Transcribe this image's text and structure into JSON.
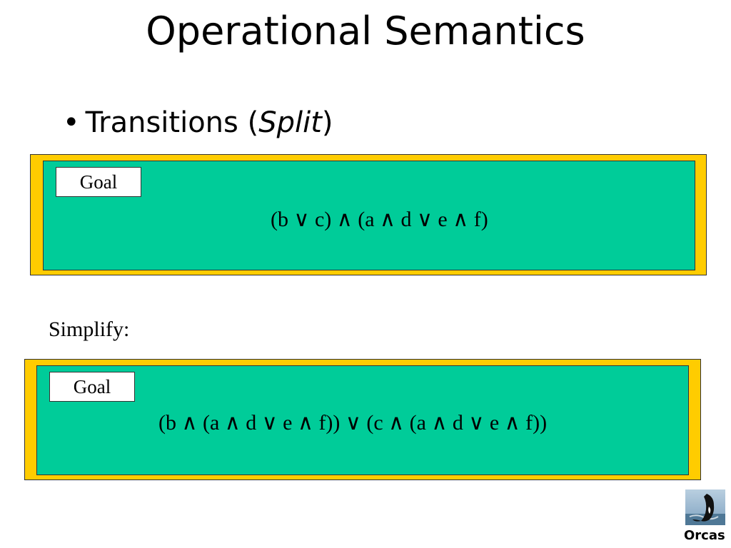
{
  "slide": {
    "title": "Operational Semantics",
    "bullet": {
      "marker": "•",
      "text_before": "Transitions (",
      "emphasis": "Split",
      "text_after": ")"
    },
    "boxes": [
      {
        "goal_label": "Goal",
        "formula": "(b ∨ c) ∧ (a ∧ d ∨ e ∧ f)"
      },
      {
        "goal_label": "Goal",
        "formula": "(b ∧ (a ∧ d ∨ e ∧ f)) ∨ (c ∧ (a ∧ d ∨ e ∧ f))"
      }
    ],
    "simplify_label": "Simplify:",
    "logo": {
      "caption": "Orcas",
      "icon": "orca-whale-icon"
    }
  },
  "colors": {
    "frame": "#ffcc00",
    "inner": "#00cc99",
    "goal_background": "#ffffff"
  }
}
